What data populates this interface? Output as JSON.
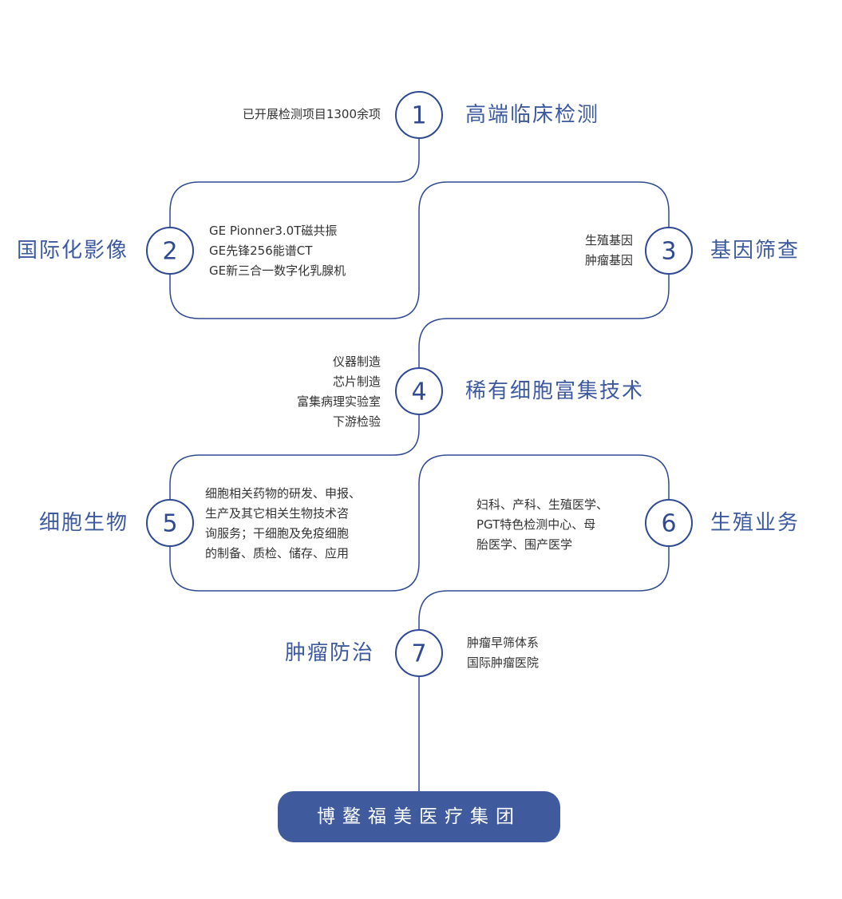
{
  "nodes": [
    {
      "num": "1",
      "label": "高端临床检测",
      "desc": [
        "已开展检测项目1300余项"
      ]
    },
    {
      "num": "2",
      "label": "国际化影像",
      "desc": [
        "GE Pionner3.0T磁共振",
        "GE先锋256能谱CT",
        "GE新三合一数字化乳腺机"
      ]
    },
    {
      "num": "3",
      "label": "基因筛查",
      "desc": [
        "生殖基因",
        "肿瘤基因"
      ]
    },
    {
      "num": "4",
      "label": "稀有细胞富集技术",
      "desc": [
        "仪器制造",
        "芯片制造",
        "富集病理实验室",
        "下游检验"
      ]
    },
    {
      "num": "5",
      "label": "细胞生物",
      "desc": [
        "细胞相关药物的研发、申报、",
        "生产及其它相关生物技术咨",
        "询服务；干细胞及免疫细胞",
        "的制备、质检、储存、应用"
      ]
    },
    {
      "num": "6",
      "label": "生殖业务",
      "desc": [
        "妇科、产科、生殖医学、",
        "PGT特色检测中心、母",
        "胎医学、围产医学"
      ]
    },
    {
      "num": "7",
      "label": "肿瘤防治",
      "desc": [
        "肿瘤早筛体系",
        "国际肿瘤医院"
      ]
    }
  ],
  "footer": {
    "title": "博鳌福美医疗集团"
  },
  "colors": {
    "primary": "#2f4a93",
    "banner": "#3f5b9e",
    "text": "#333333"
  }
}
